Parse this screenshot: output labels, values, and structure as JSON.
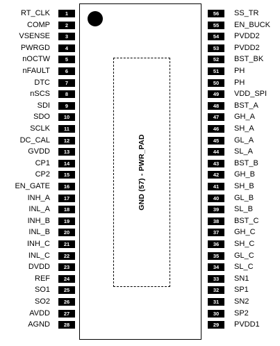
{
  "pad_label": "GND (57) - PWR_PAD",
  "left_pins": [
    {
      "num": "1",
      "name": "RT_CLK"
    },
    {
      "num": "2",
      "name": "COMP"
    },
    {
      "num": "3",
      "name": "VSENSE"
    },
    {
      "num": "4",
      "name": "PWRGD"
    },
    {
      "num": "5",
      "name": "nOCTW"
    },
    {
      "num": "6",
      "name": "nFAULT"
    },
    {
      "num": "7",
      "name": "DTC"
    },
    {
      "num": "8",
      "name": "nSCS"
    },
    {
      "num": "9",
      "name": "SDI"
    },
    {
      "num": "10",
      "name": "SDO"
    },
    {
      "num": "11",
      "name": "SCLK"
    },
    {
      "num": "12",
      "name": "DC_CAL"
    },
    {
      "num": "13",
      "name": "GVDD"
    },
    {
      "num": "14",
      "name": "CP1"
    },
    {
      "num": "15",
      "name": "CP2"
    },
    {
      "num": "16",
      "name": "EN_GATE"
    },
    {
      "num": "17",
      "name": "INH_A"
    },
    {
      "num": "18",
      "name": "INL_A"
    },
    {
      "num": "19",
      "name": "INH_B"
    },
    {
      "num": "20",
      "name": "INL_B"
    },
    {
      "num": "21",
      "name": "INH_C"
    },
    {
      "num": "22",
      "name": "INL_C"
    },
    {
      "num": "23",
      "name": "DVDD"
    },
    {
      "num": "24",
      "name": "REF"
    },
    {
      "num": "25",
      "name": "SO1"
    },
    {
      "num": "26",
      "name": "SO2"
    },
    {
      "num": "27",
      "name": "AVDD"
    },
    {
      "num": "28",
      "name": "AGND"
    }
  ],
  "right_pins": [
    {
      "num": "56",
      "name": "SS_TR"
    },
    {
      "num": "55",
      "name": "EN_BUCK"
    },
    {
      "num": "54",
      "name": "PVDD2"
    },
    {
      "num": "53",
      "name": "PVDD2"
    },
    {
      "num": "52",
      "name": "BST_BK"
    },
    {
      "num": "51",
      "name": "PH"
    },
    {
      "num": "50",
      "name": "PH"
    },
    {
      "num": "49",
      "name": "VDD_SPI"
    },
    {
      "num": "48",
      "name": "BST_A"
    },
    {
      "num": "47",
      "name": "GH_A"
    },
    {
      "num": "46",
      "name": "SH_A"
    },
    {
      "num": "45",
      "name": "GL_A"
    },
    {
      "num": "44",
      "name": "SL_A"
    },
    {
      "num": "43",
      "name": "BST_B"
    },
    {
      "num": "42",
      "name": "GH_B"
    },
    {
      "num": "41",
      "name": "SH_B"
    },
    {
      "num": "40",
      "name": "GL_B"
    },
    {
      "num": "39",
      "name": "SL_B"
    },
    {
      "num": "38",
      "name": "BST_C"
    },
    {
      "num": "37",
      "name": "GH_C"
    },
    {
      "num": "36",
      "name": "SH_C"
    },
    {
      "num": "35",
      "name": "GL_C"
    },
    {
      "num": "34",
      "name": "SL_C"
    },
    {
      "num": "33",
      "name": "SN1"
    },
    {
      "num": "32",
      "name": "SP1"
    },
    {
      "num": "31",
      "name": "SN2"
    },
    {
      "num": "30",
      "name": "SP2"
    },
    {
      "num": "29",
      "name": "PVDD1"
    }
  ]
}
